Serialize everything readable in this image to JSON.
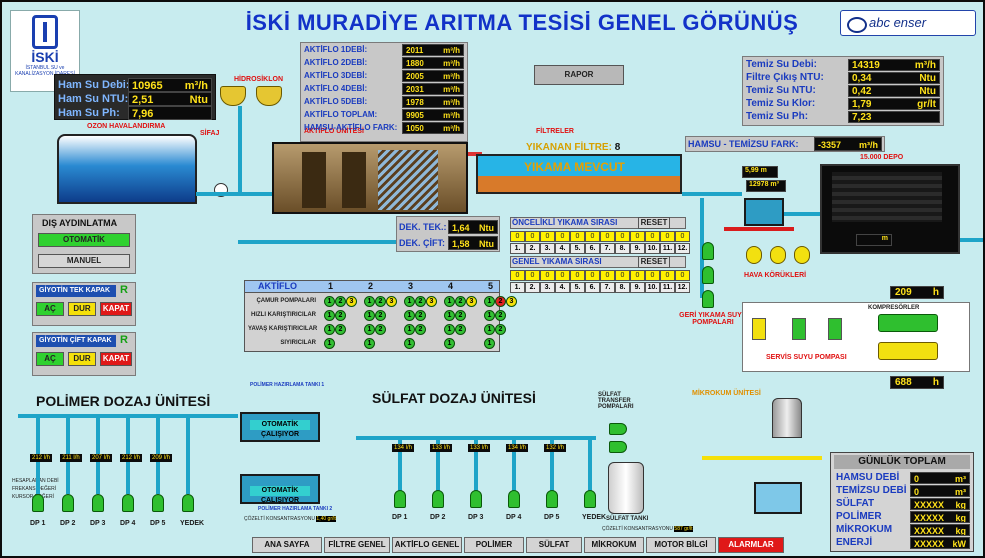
{
  "header": {
    "title": "İSKİ MURADİYE ARITMA TESİSİ GENEL GÖRÜNÜŞ",
    "iski_logo_name": "İSKİ",
    "iski_logo_sub": "İSTANBUL SU ve KANALİZASYON İDARESİ",
    "abc_logo": "abc enser"
  },
  "raw_water": {
    "items": [
      {
        "label": "Ham Su Debi:",
        "value": "10965",
        "unit": "m³/h"
      },
      {
        "label": "Ham Su NTU:",
        "value": "2,51",
        "unit": "Ntu"
      },
      {
        "label": "Ham Su Ph:",
        "value": "7,96",
        "unit": ""
      }
    ]
  },
  "aktiflo_flows": {
    "items": [
      {
        "label": "AKTİFLO 1DEBİ:",
        "value": "2011",
        "unit": "m³/h"
      },
      {
        "label": "AKTİFLO 2DEBİ:",
        "value": "1880",
        "unit": "m³/h"
      },
      {
        "label": "AKTİFLO 3DEBİ:",
        "value": "2005",
        "unit": "m³/h"
      },
      {
        "label": "AKTİFLO 4DEBİ:",
        "value": "2031",
        "unit": "m³/h"
      },
      {
        "label": "AKTİFLO 5DEBİ:",
        "value": "1978",
        "unit": "m³/h"
      },
      {
        "label": "AKTİFLO TOPLAM:",
        "value": "9905",
        "unit": "m³/h"
      },
      {
        "label": "HAMSU-AKTİFLO FARK:",
        "value": "1050",
        "unit": "m³/h"
      }
    ]
  },
  "clean_water": {
    "items": [
      {
        "label": "Temiz Su Debi:",
        "value": "14319",
        "unit": "m³/h"
      },
      {
        "label": "Filtre Çıkış NTU:",
        "value": "0,34",
        "unit": "Ntu"
      },
      {
        "label": "Temiz Su NTU:",
        "value": "0,42",
        "unit": "Ntu"
      },
      {
        "label": "Temiz Su Klor:",
        "value": "1,79",
        "unit": "gr/lt"
      },
      {
        "label": "Temiz Su Ph:",
        "value": "7,23",
        "unit": ""
      }
    ]
  },
  "report_button": "RAPOR",
  "labels": {
    "hidrosiklon": "HİDROSİKLON",
    "ozon": "OZON HAVALANDIRMA",
    "aktiflo_unit": "AKTİFLO ÜNİTESİ",
    "filtreler": "FİLTRELER",
    "yikanan_filtre": "YIKANAN FİLTRE:",
    "yikanan_filtre_value": "8",
    "yikama_mevcut": "YIKAMA MEVCUT",
    "depo": "15.000 DEPO",
    "hava_korukleri": "HAVA KÖRÜKLERİ",
    "geri_yikama": "GERİ YIKAMA SUYU POMPALARI",
    "kompresorler": "KOMPRESÖRLER",
    "servis_suyu": "SERVİS SUYU POMPASI",
    "sisaj": "SİFAJ",
    "depo_level": "5,99",
    "depo_level_unit": "m",
    "depo_volume": "12978",
    "depo_volume_unit": "m³",
    "tank_m": "m"
  },
  "hamsu_temizsu_diff": {
    "label": "HAMSU - TEMİZSU FARK:",
    "value": "-3357",
    "unit": "m³/h"
  },
  "dek": {
    "items": [
      {
        "label": "DEK. TEK.:",
        "value": "1,64",
        "unit": "Ntu"
      },
      {
        "label": "DEK. ÇİFT:",
        "value": "1,58",
        "unit": "Ntu"
      }
    ]
  },
  "wash_queue": {
    "priority_title": "ÖNCELİKLİ YIKAMA SIRASI",
    "general_title": "GENEL YIKAMA SIRASI",
    "reset": "RESET",
    "slots_top": [
      "0",
      "0",
      "0",
      "0",
      "0",
      "0",
      "0",
      "0",
      "0",
      "0",
      "0",
      "0"
    ],
    "numbers": [
      "1.",
      "2.",
      "3.",
      "4.",
      "5.",
      "6.",
      "7.",
      "8.",
      "9.",
      "10.",
      "11.",
      "12."
    ],
    "slots_general": [
      "0",
      "0",
      "0",
      "0",
      "0",
      "0",
      "0",
      "0",
      "0",
      "0",
      "0",
      "0"
    ]
  },
  "lighting": {
    "title": "DIŞ AYDINLATMA",
    "auto": "OTOMATİK",
    "manual": "MANUEL"
  },
  "gates": [
    {
      "title": "GİYOTİN TEK KAPAK",
      "state": "R",
      "open": "AÇ",
      "stop": "DUR",
      "close": "KAPAT"
    },
    {
      "title": "GİYOTİN ÇİFT KAPAK",
      "state": "R",
      "open": "AÇ",
      "stop": "DUR",
      "close": "KAPAT"
    }
  ],
  "aktiflo_table": {
    "header": "AKTİFLO",
    "columns": [
      "1",
      "2",
      "3",
      "4",
      "5"
    ],
    "rows": [
      {
        "label": "ÇAMUR POMPALARI"
      },
      {
        "label": "HIZLI KARIŞTIRICILAR"
      },
      {
        "label": "YAVAŞ KARIŞTIRICILAR"
      },
      {
        "label": "SIYIRICILAR"
      }
    ]
  },
  "counters": [
    {
      "value": "209",
      "unit": "h"
    },
    {
      "value": "688",
      "unit": "h"
    }
  ],
  "polimer": {
    "title": "POLİMER DOZAJ ÜNİTESİ",
    "tank1": "POLİMER HAZIRLAMA TANKI 1",
    "tank2": "POLİMER HAZIRLAMA TANKI 2",
    "auto_running": "OTOMATİK ÇALIŞIYOR",
    "pumps": [
      "DP 1",
      "DP 2",
      "DP 3",
      "DP 4",
      "DP 5",
      "YEDEK"
    ],
    "flows": [
      "212 l/h",
      "211 l/h",
      "207 l/h",
      "212 l/h",
      "209 l/h"
    ],
    "hesaplanan": "HESAPLANAN DEBİ",
    "frekans": "FREKANS DEĞERİ",
    "kursor": "KURSOR DEĞERİ",
    "concentration": "ÇÖZELTİ KONSANTRASYONU",
    "conc_value": "1,40 gr/lt"
  },
  "sulfat": {
    "title": "SÜLFAT DOZAJ ÜNİTESİ",
    "transfer": "SÜLFAT TRANSFER POMPALARI",
    "tank": "SÜLFAT TANKI",
    "pumps": [
      "DP 1",
      "DP 2",
      "DP 3",
      "DP 4",
      "DP 5",
      "YEDEK"
    ],
    "flows": [
      "134 l/h",
      "133 l/h",
      "133 l/h",
      "134 l/h",
      "132 l/h"
    ],
    "concentration": "ÇÖZELTİ KONSANTRASYONU",
    "conc_value": "587 gr/lt"
  },
  "mikrokum": {
    "title": "MİKROKUM ÜNİTESİ"
  },
  "daily": {
    "title": "GÜNLÜK TOPLAM",
    "items": [
      {
        "label": "HAMSU DEBİ",
        "value": "0",
        "unit": "m³"
      },
      {
        "label": "TEMİZSU DEBİ",
        "value": "0",
        "unit": "m³"
      },
      {
        "label": "SÜLFAT",
        "value": "XXXXX",
        "unit": "kg"
      },
      {
        "label": "POLİMER",
        "value": "XXXXX",
        "unit": "kg"
      },
      {
        "label": "MİKROKUM",
        "value": "XXXXX",
        "unit": "kg"
      },
      {
        "label": "ENERJİ",
        "value": "XXXXX",
        "unit": "kW"
      }
    ]
  },
  "nav": [
    "ANA SAYFA",
    "FİLTRE GENEL",
    "AKTİFLO GENEL",
    "POLİMER",
    "SÜLFAT",
    "MİKROKUM",
    "MOTOR BİLGİ",
    "ALARMLAR"
  ],
  "colors": {
    "alarm_red": "#e01818",
    "display_yellow": "#ffe21a",
    "pump_green": "#2fbf2f",
    "label_blue": "#1a3bbf"
  }
}
